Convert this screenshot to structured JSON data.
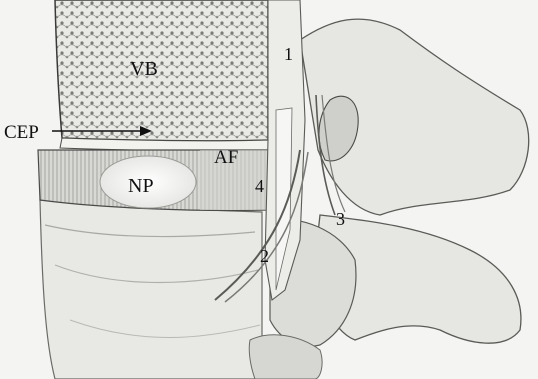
{
  "labels": {
    "vb": "VB",
    "cep": "CEP",
    "af": "AF",
    "np": "NP",
    "n1": "1",
    "n2": "2",
    "n3": "3",
    "n4": "4"
  },
  "colors": {
    "background": "#f4f4f2",
    "bone": "#e6e6e3",
    "bone_shadow": "#b9b9b6",
    "outline": "#4a4a48",
    "disc": "#d2d2cf",
    "label": "#111111"
  }
}
